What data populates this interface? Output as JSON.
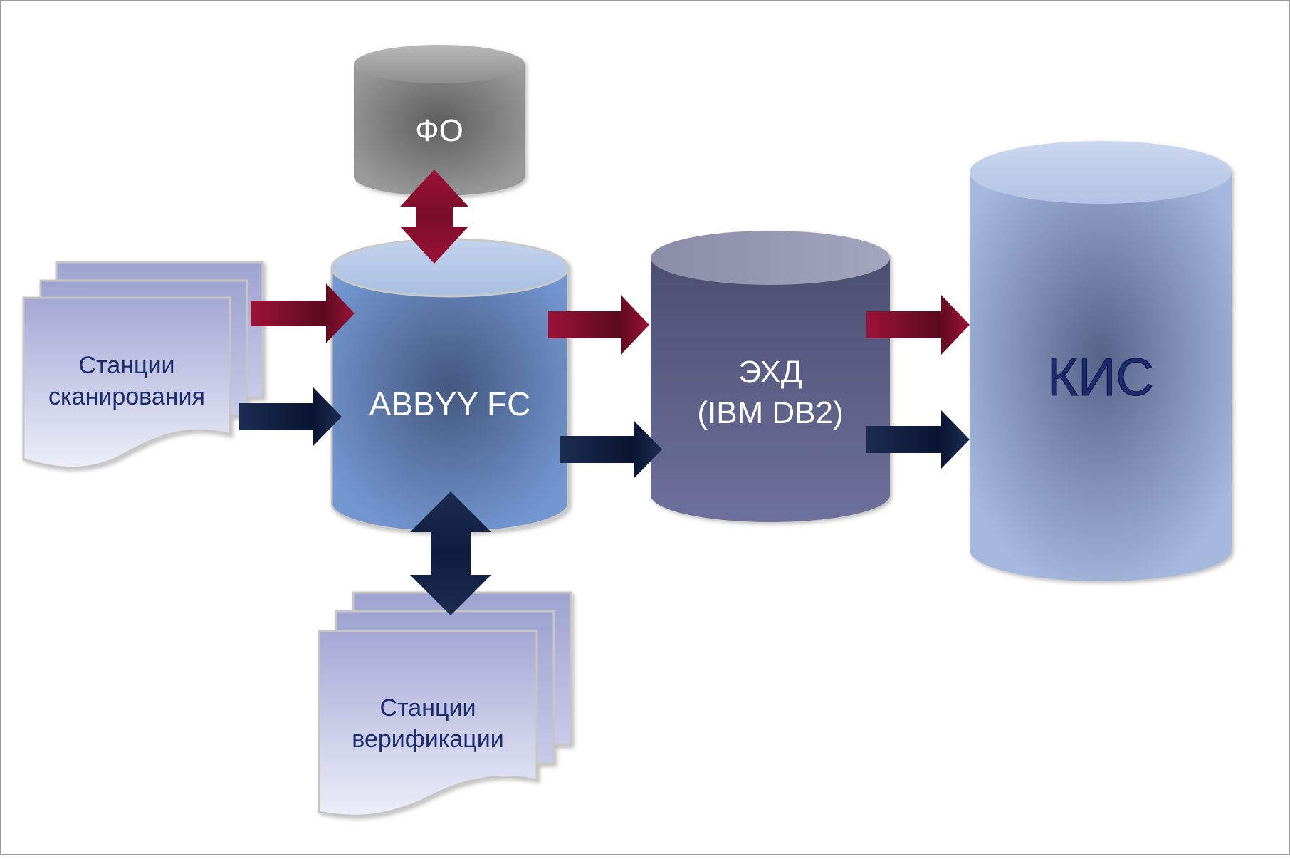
{
  "nodes": {
    "fo": {
      "label": "ФО"
    },
    "abbyy": {
      "label": "ABBYY FC"
    },
    "ehd": {
      "line1": "ЭХД",
      "line2": "(IBM DB2)"
    },
    "kis": {
      "label": "КИС"
    },
    "scan": {
      "line1": "Станции",
      "line2": "сканирования"
    },
    "verify": {
      "line1": "Станции",
      "line2": "верификации"
    }
  },
  "colors": {
    "red_arrow": "#8c0a2e",
    "navy_arrow": "#0f1c3c",
    "fo_fill": "#8a8a8a",
    "abbyy_fill": "#6a8cc4",
    "ehd_fill": "#5e6287",
    "kis_fill": "#9fb2d8",
    "doc_fill": "#b8bde0",
    "doc_text": "#1a2a6e",
    "kis_text": "#1a2a6e",
    "frame": "#9a9a9a"
  }
}
